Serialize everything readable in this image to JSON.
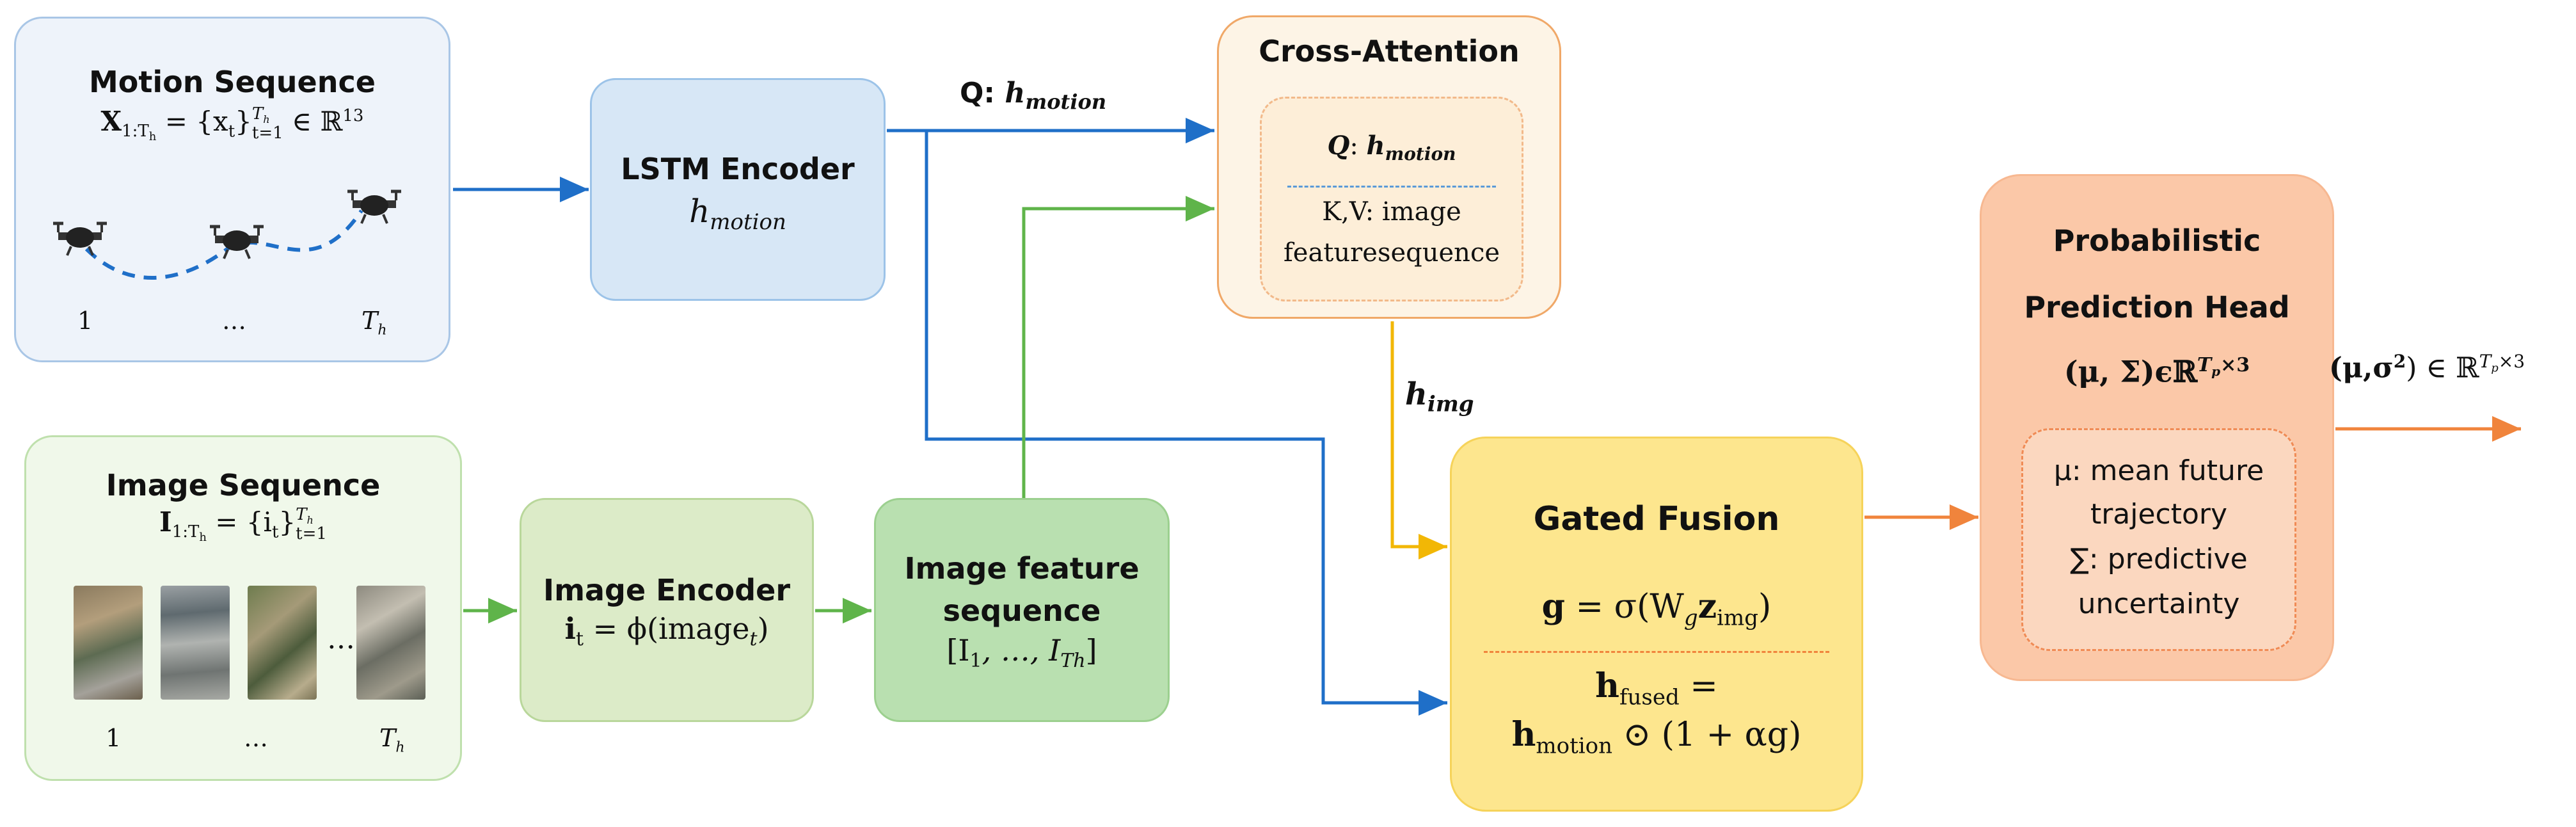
{
  "colors": {
    "blue_arrow": "#1f6fc8",
    "green_arrow": "#5fb44a",
    "yellow_arrow": "#f2b705",
    "orange_arrow": "#f0843c"
  },
  "motion": {
    "title": "Motion Sequence",
    "formula_lhs": "X",
    "formula_sub": "1:T",
    "formula_subsub": "h",
    "formula_eq": " = {x",
    "formula_t": "t",
    "formula_close": "}",
    "formula_sup": "T",
    "formula_supsub": "h",
    "formula_tsub": "t=1",
    "formula_in": " ∈ ℝ",
    "formula_dim": "13",
    "label_first": "1",
    "label_mid": "…",
    "label_last": "T",
    "label_last_sub": "h",
    "drone_icon": "drone-icon"
  },
  "lstm": {
    "title": "LSTM Encoder",
    "var": "h",
    "var_sub": "motion"
  },
  "q_label": {
    "prefix": "Q: ",
    "var": "h",
    "sub": "motion"
  },
  "image_seq": {
    "title": "Image Sequence",
    "formula_lhs": "I",
    "formula_sub": "1:T",
    "formula_subsub": "h",
    "formula_eq": " = {i",
    "formula_t": "t",
    "formula_close": "}",
    "formula_sup": "T",
    "formula_supsub": "h",
    "formula_tsub": "t=1",
    "label_first": "1",
    "label_mid": "…",
    "label_last": "T",
    "label_last_sub": "h",
    "ellipsis": "…"
  },
  "image_encoder": {
    "title": "Image Encoder",
    "formula_lhs": "i",
    "formula_sub": "t",
    "formula_rhs": " = ϕ(image",
    "formula_rhs_sub": "t",
    "formula_close": ")"
  },
  "feature_seq": {
    "title_line1": "Image feature",
    "title_line2": "sequence",
    "formula": "[I",
    "formula_sub1": "1",
    "formula_mid": ", …, I",
    "formula_sub2": "Th",
    "formula_close": "]"
  },
  "cross_attention": {
    "title": "Cross-Attention",
    "q_prefix": "Q",
    "q_sep": ": ",
    "q_var": "h",
    "q_sub": "motion",
    "kv_line1": "K,V: image",
    "kv_line2": "featuresequence"
  },
  "h_img": {
    "var": "h",
    "sub": "img"
  },
  "gated_fusion": {
    "title": "Gated Fusion",
    "g_eq_lhs": "g",
    "g_eq_rhs": " = σ(W",
    "g_sub": "g",
    "g_z": "z",
    "g_z_sub": "img",
    "g_close": ")",
    "fused_lhs": "h",
    "fused_sub": "fused",
    "fused_eq": " =",
    "fused_h": "h",
    "fused_h_sub": "motion",
    "fused_rhs": " ⊙ (1 + αg)"
  },
  "pred_head": {
    "title_line1": "Probabilistic",
    "title_line2": "Prediction Head",
    "formula": "(μ, Σ)ϵℝ",
    "formula_sup": "T",
    "formula_sup_sub": "p",
    "formula_sup_rest": "×3",
    "mu_line1": "μ: mean future",
    "mu_line2": "trajectory",
    "sigma_line1": "∑: predictive",
    "sigma_line2": "uncertainty"
  },
  "output": {
    "formula": "(μ,σ",
    "formula_sq": "2",
    "formula_rest": ") ∈ ℝ",
    "formula_sup": "T",
    "formula_sup_sub": "p",
    "formula_sup_rest": "×3"
  }
}
